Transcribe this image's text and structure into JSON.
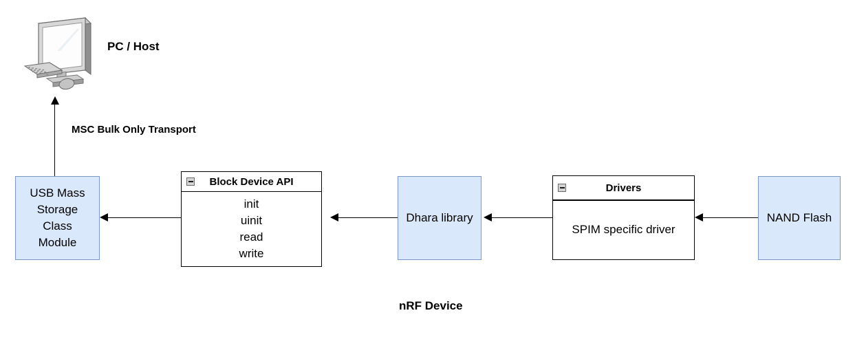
{
  "diagram": {
    "title_label": "nRF Device",
    "host_label": "PC / Host",
    "transport_label": "MSC Bulk Only Transport",
    "colors": {
      "blue_fill": "#dae8fc",
      "blue_stroke": "#7a99c6",
      "white_fill": "#ffffff",
      "stroke": "#000000"
    },
    "nodes": {
      "usb_msc": {
        "label": "USB Mass\nStorage\nClass\nModule",
        "lines": [
          "USB Mass",
          "Storage",
          "Class",
          "Module"
        ],
        "type": "blue-box"
      },
      "block_device_api": {
        "header": "Block Device API",
        "icon": "collapse-minus-icon",
        "methods": [
          "init",
          "uinit",
          "read",
          "write"
        ],
        "type": "white-box"
      },
      "dhara": {
        "label": "Dhara library",
        "type": "blue-box"
      },
      "drivers": {
        "header": "Drivers",
        "icon": "collapse-minus-icon",
        "body": "SPIM specific driver",
        "type": "white-box"
      },
      "nand_flash": {
        "label": "NAND Flash",
        "type": "blue-box"
      }
    },
    "edges": [
      {
        "name": "usb-to-host",
        "from": "usb_msc",
        "to": "pc_host",
        "direction": "up",
        "label": "MSC Bulk Only Transport"
      },
      {
        "name": "blockapi-to-usb",
        "from": "block_device_api",
        "to": "usb_msc",
        "direction": "left",
        "label": ""
      },
      {
        "name": "dhara-to-blockapi",
        "from": "dhara",
        "to": "block_device_api",
        "direction": "left",
        "label": ""
      },
      {
        "name": "drivers-to-dhara",
        "from": "drivers",
        "to": "dhara",
        "direction": "left",
        "label": ""
      },
      {
        "name": "nand-to-drivers",
        "from": "nand_flash",
        "to": "drivers",
        "direction": "left",
        "label": ""
      }
    ]
  }
}
